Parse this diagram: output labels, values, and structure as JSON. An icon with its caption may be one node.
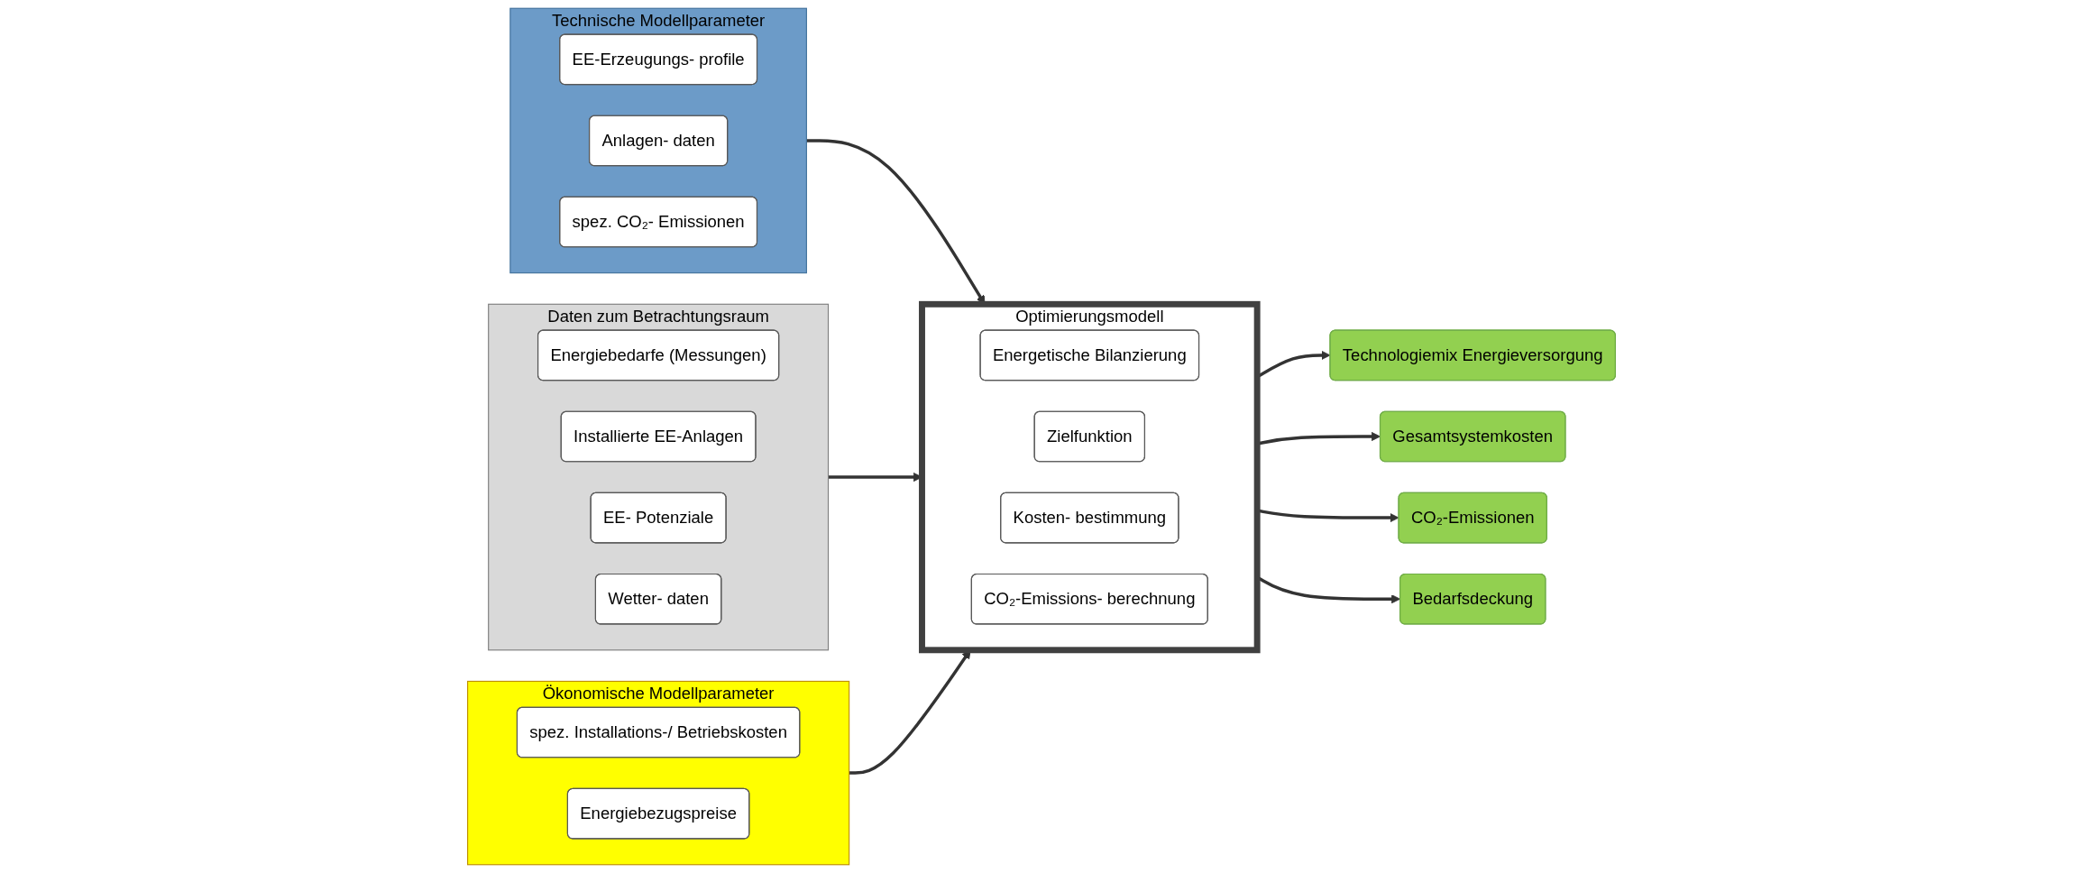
{
  "diagram": {
    "nodes": [
      {
        "text": [
          "Technische Modellparameter"
        ]
      },
      {
        "text": [
          "EE-Erzeugungs- profile"
        ],
        "in": 0
      },
      {
        "text": [
          "Anlagen- daten"
        ],
        "in": 0
      },
      {
        "text": [
          "spez. CO₂- Emissionen"
        ],
        "in": 0
      },
      {
        "text": [
          "Daten zum Betrachtungsraum"
        ]
      },
      {
        "text": [
          "Energiebedarfe (Messungen)"
        ],
        "in": 4
      },
      {
        "text": [
          "Installierte EE-Anlagen"
        ],
        "in": 4
      },
      {
        "text": [
          "EE- Potenziale"
        ],
        "in": 4
      },
      {
        "text": [
          "Wetter- daten"
        ],
        "in": 4
      },
      {
        "text": [
          "Optimierungsmodell"
        ]
      },
      {
        "text": [
          "Energetische Bilanzierung"
        ],
        "in": 9
      },
      {
        "text": [
          "Zielfunktion"
        ],
        "in": 9
      },
      {
        "text": [
          "Kosten- bestimmung"
        ],
        "in": 9
      },
      {
        "text": [
          "CO₂-Emissions- berechnung"
        ],
        "in": 9
      },
      {
        "text": [
          "Ökonomische Modellparameter"
        ]
      },
      {
        "text": [
          "spez. Installations-/ Betriebskosten"
        ],
        "in": 14
      },
      {
        "text": [
          "Energiebezugspreise"
        ],
        "in": 14
      },
      {
        "text": [
          "Technologiemix Energieversorgung"
        ]
      },
      {
        "text": [
          "Gesamtsystemkosten"
        ]
      },
      {
        "text": [
          "CO₂-Emissionen"
        ]
      },
      {
        "text": [
          "Bedarfsdeckung"
        ]
      }
    ],
    "edges": [
      {
        "from": 0,
        "to": 9,
        "arrow": "to"
      },
      {
        "from": 4,
        "to": 9,
        "arrow": "to"
      },
      {
        "from": 14,
        "to": 9,
        "arrow": "to"
      },
      {
        "from": 9,
        "to": 17,
        "arrow": "to"
      },
      {
        "from": 9,
        "to": 18,
        "arrow": "to"
      },
      {
        "from": 9,
        "to": 19,
        "arrow": "to"
      },
      {
        "from": 9,
        "to": 20,
        "arrow": "to"
      }
    ]
  }
}
